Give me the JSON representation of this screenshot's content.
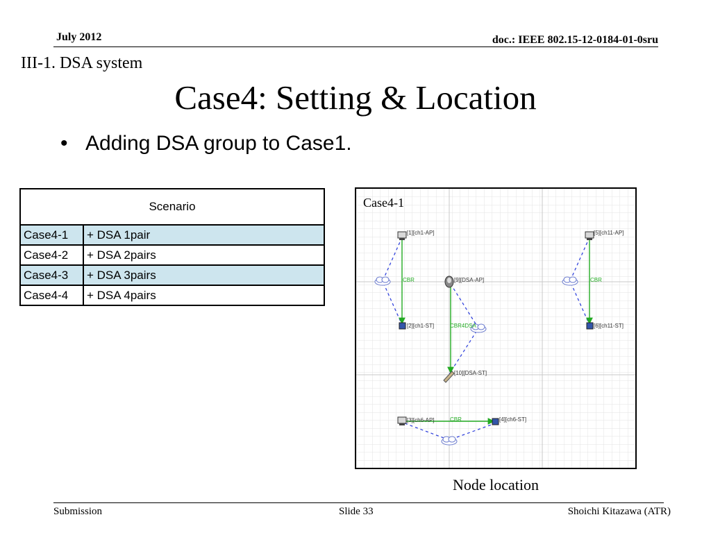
{
  "header": {
    "date": "July 2012",
    "doc_id": "doc.: IEEE 802.15-12-0184-01-0sru"
  },
  "section": "III-1. DSA system",
  "title": "Case4: Setting & Location",
  "bullets": [
    "Adding DSA group to Case1."
  ],
  "scenario_table": {
    "header": "Scenario",
    "highlight_color": "#cde5ee",
    "rows": [
      {
        "case": "Case4-1",
        "desc": "+ DSA 1pair",
        "highlight": true
      },
      {
        "case": "Case4-2",
        "desc": "+ DSA 2pairs",
        "highlight": false
      },
      {
        "case": "Case4-3",
        "desc": "+ DSA 3pairs",
        "highlight": true
      },
      {
        "case": "Case4-4",
        "desc": "+ DSA 4pairs",
        "highlight": false
      }
    ]
  },
  "diagram": {
    "label": "Case4-1",
    "caption": "Node location",
    "link_color": "#22aa22",
    "path_color": "#3344dd",
    "nodes": {
      "ch1_ap": "[1][ch1-AP]",
      "ch1_st": "[2][ch1-ST]",
      "ch6_ap": "[3][ch6-AP]",
      "ch6_st": "[4][ch6-ST]",
      "ch11_ap": "[5][ch11-AP]",
      "ch11_st": "[6][ch11-ST]",
      "dsa_ap": "[9][DSA-AP]",
      "dsa_st": "[10][DSA-ST]"
    },
    "links": {
      "ch1": "CBR",
      "ch11": "CBR",
      "dsa": "CBR4DSA",
      "ch6": "CBR"
    }
  },
  "footer": {
    "left": "Submission",
    "center": "Slide 33",
    "right": "Shoichi Kitazawa (ATR)"
  }
}
